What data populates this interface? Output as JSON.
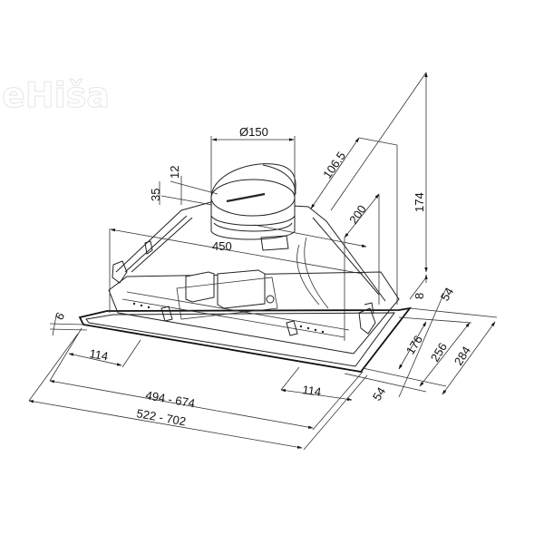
{
  "watermark": {
    "text": "eHiša"
  },
  "drawing": {
    "subject": "built-in cooker hood dimension drawing",
    "dimensions": {
      "duct_diameter": "Ø150",
      "height_12": "12",
      "height_35": "35",
      "width_450": "450",
      "depth_106_5": "106.5",
      "depth_200": "200",
      "height_174": "174",
      "height_8": "8",
      "depth_54_top": "54",
      "depth_176": "176",
      "depth_256": "256",
      "depth_284": "284",
      "depth_54_bottom": "54",
      "thickness_6": "6",
      "offset_114_left": "114",
      "offset_114_right": "114",
      "width_range_inner": "494  -  674",
      "width_range_outer": "522  -  702"
    }
  }
}
